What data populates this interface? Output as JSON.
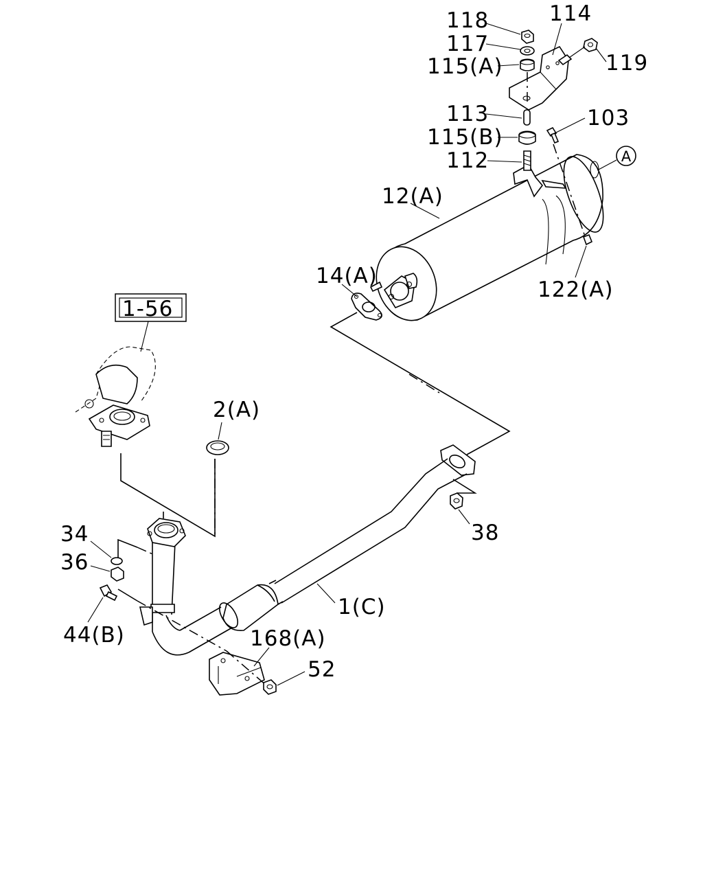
{
  "diagram": {
    "reference_box": "1-56",
    "circle_marker": "A",
    "labels": {
      "p118": "118",
      "p117": "117",
      "p115a": "115(A)",
      "p114": "114",
      "p119": "119",
      "p113": "113",
      "p115b": "115(B)",
      "p103": "103",
      "p112": "112",
      "p12a": "12(A)",
      "p14a": "14(A)",
      "p122a": "122(A)",
      "p2a": "2(A)",
      "p34": "34",
      "p36": "36",
      "p38": "38",
      "p44b": "44(B)",
      "p1c": "1(C)",
      "p168a": "168(A)",
      "p52": "52"
    }
  }
}
